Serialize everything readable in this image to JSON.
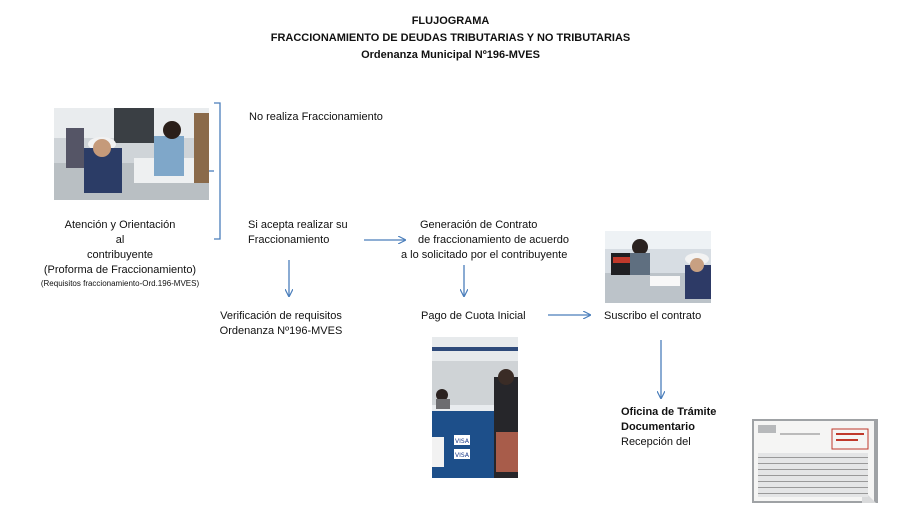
{
  "header": {
    "line1": "FLUJOGRAMA",
    "line2": "FRACCIONAMIENTO DE DEUDAS TRIBUTARIAS Y NO TRIBUTARIAS",
    "line3": "Ordenanza Municipal Nº196-MVES"
  },
  "nodes": {
    "no_realiza": "No  realiza Fraccionamiento",
    "atencion": {
      "line1": "Atención y Orientación",
      "line2": "al",
      "line3": "contribuyente",
      "line4": "(Proforma de Fraccionamiento)",
      "line5": "(Requisitos fraccionamiento-Ord.196-MVES)"
    },
    "si_acepta": {
      "line1": "Si acepta realizar su",
      "line2": "Fraccionamiento"
    },
    "generacion": {
      "line1": "Generación  de Contrato",
      "line2": "de fraccionamiento de acuerdo",
      "line3": "a lo solicitado por el contribuyente"
    },
    "verificacion": {
      "line1": "Verificación de requisitos",
      "line2": "Ordenanza Nº196-MVES"
    },
    "pago": "Pago de Cuota Inicial",
    "suscribo": "Suscribo el contrato",
    "oficina": {
      "line1": "Oficina  de Trámite",
      "line2": "Documentario",
      "line3": "Recepción del"
    }
  },
  "colors": {
    "arrow": "#4a7ebb",
    "bracket": "#4a7ebb"
  }
}
